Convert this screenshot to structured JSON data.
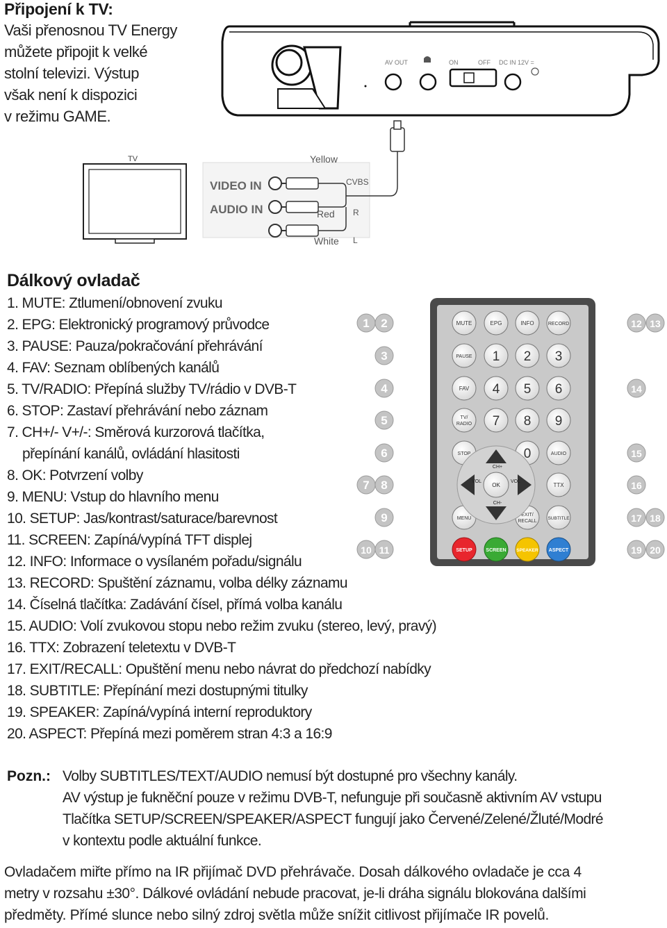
{
  "tv_section": {
    "title": "Připojení k TV:",
    "intro_lines": [
      "Vaši přenosnou TV Energy",
      "můžete připojit k velké",
      "stolní televizi. Výstup",
      "však není k dispozici",
      "v režimu GAME."
    ],
    "device_labels": {
      "av_out": "AV OUT",
      "headphone_icon": "headphone-icon",
      "on": "ON",
      "off": "OFF",
      "dc_in": "DC IN 12V ="
    },
    "diagram": {
      "tv_label": "TV",
      "video_in": "VIDEO IN",
      "audio_in": "AUDIO IN",
      "yellow": "Yellow",
      "red": "Red",
      "white": "White",
      "cvbs": "CVBS",
      "r": "R",
      "l": "L"
    }
  },
  "remote_section": {
    "title": "Dálkový ovladač",
    "items": [
      "1. MUTE: Ztlumení/obnovení zvuku",
      "2. EPG: Elektronický programový průvodce",
      "3. PAUSE: Pauza/pokračování přehrávání",
      "4. FAV: Seznam oblíbených kanálů",
      "5. TV/RADIO: Přepíná služby TV/rádio v DVB-T",
      "6. STOP: Zastaví přehrávání nebo záznam",
      "7. CH+/- V+/-: Směrová kurzorová tlačítka,",
      "přepínání kanálů, ovládání hlasitosti",
      "8. OK: Potvrzení volby",
      "9. MENU: Vstup do hlavního menu",
      "10. SETUP: Jas/kontrast/saturace/barevnost",
      "11. SCREEN: Zapíná/vypíná TFT displej",
      "12. INFO: Informace o vysílaném pořadu/signálu",
      "13. RECORD: Spuštění záznamu, volba délky záznamu",
      "14. Číselná tlačítka: Zadávání čísel, přímá volba kanálu",
      "15. AUDIO: Volí zvukovou stopu nebo režim zvuku (stereo, levý, pravý)",
      "16. TTX: Zobrazení teletextu v DVB-T",
      "17. EXIT/RECALL: Opuštění menu nebo návrat do předchozí nabídky",
      "18. SUBTITLE: Přepínání mezi dostupnými titulky",
      "19. SPEAKER: Zapíná/vypíná interní reproduktory",
      "20. ASPECT: Přepíná mezi poměrem stran 4:3 a 16:9"
    ],
    "remote_buttons": {
      "mute": "MUTE",
      "epg": "EPG",
      "info": "INFO",
      "record": "RECORD",
      "pause": "PAUSE",
      "fav": "FAV",
      "tv_radio_1": "TV/",
      "tv_radio_2": "RADIO",
      "stop": "STOP",
      "audio": "AUDIO",
      "ttx": "TTX",
      "menu": "MENU",
      "exit_1": "EXIT/",
      "exit_2": "RECALL",
      "subtitle": "SUBTITLE",
      "ok": "OK",
      "ch_plus": "CH+",
      "ch_minus": "CH-",
      "vol_minus": "VOL",
      "vol_plus": "VOL",
      "digits": [
        "1",
        "2",
        "3",
        "4",
        "5",
        "6",
        "7",
        "8",
        "9",
        "0"
      ],
      "setup": "SETUP",
      "screen": "SCREEN",
      "speaker": "SPEAKER",
      "aspect": "ASPECT"
    },
    "callouts": {
      "c1": "1",
      "c2": "2",
      "c3": "3",
      "c4": "4",
      "c5": "5",
      "c6": "6",
      "c7": "7",
      "c8": "8",
      "c9": "9",
      "c10": "10",
      "c11": "11",
      "c12": "12",
      "c13": "13",
      "c14": "14",
      "c15": "15",
      "c16": "16",
      "c17": "17",
      "c18": "18",
      "c19": "19",
      "c20": "20"
    },
    "colors": {
      "setup": "#e8262d",
      "screen": "#3aaa35",
      "speaker": "#f5c400",
      "aspect": "#2f7fd2",
      "remote_body": "#4a4a4a",
      "remote_face": "#c9c9c9",
      "callout": "#c4c4c4"
    }
  },
  "notes": {
    "label": "Pozn.:",
    "lines": [
      "Volby SUBTITLES/TEXT/AUDIO nemusí být dostupné pro všechny kanály.",
      "AV výstup je fukněční pouze v režimu DVB-T, nefunguje při současně aktivním AV vstupu",
      "Tlačítka SETUP/SCREEN/SPEAKER/ASPECT fungují jako Červené/Zelené/Žluté/Modré",
      "v kontextu podle aktuální funkce."
    ]
  },
  "closing": {
    "lines": [
      "Ovladačem miřte přímo na IR přijímač DVD přehrávače. Dosah dálkového ovladače je cca 4",
      "metry v rozsahu ±30°. Dálkové ovládání nebude pracovat, je-li dráha signálu blokována dalšími",
      "předměty. Přímé slunce nebo silný zdroj světla může snížit citlivost přijímače IR povelů."
    ]
  }
}
